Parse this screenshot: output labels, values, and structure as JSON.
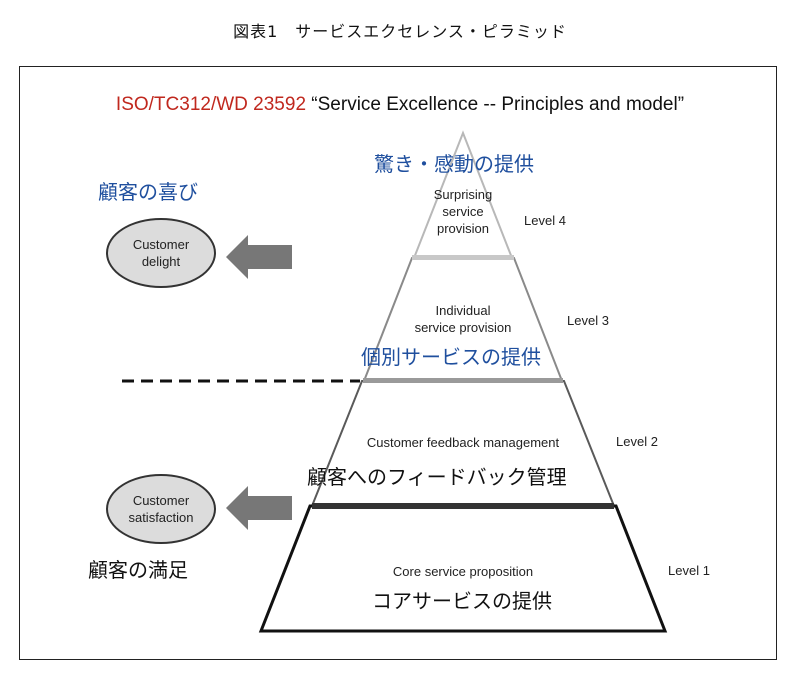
{
  "caption": "図表1　サービスエクセレンス・ピラミッド",
  "heading": {
    "code": "ISO/TC312/WD 23592",
    "title": " “Service Excellence -- Principles and model”"
  },
  "levels": [
    {
      "label_line1": "Surprising",
      "label_line2": "service",
      "label_line3": "provision",
      "level": "Level 4",
      "jp": "驚き・感動の提供"
    },
    {
      "label_line1": "Individual",
      "label_line2": "service provision",
      "level": "Level 3",
      "jp": "個別サービスの提供"
    },
    {
      "label": "Customer feedback management",
      "level": "Level 2",
      "jp": "顧客へのフィードバック管理"
    },
    {
      "label": "Core service proposition",
      "level": "Level 1",
      "jp": "コアサービスの提供"
    }
  ],
  "left": {
    "delight_jp": "顧客の喜び",
    "delight_line1": "Customer",
    "delight_line2": "delight",
    "satisfaction_jp": "顧客の満足",
    "satisfaction_line1": "Customer",
    "satisfaction_line2": "satisfaction"
  },
  "colors": {
    "heading_red": "#c0281e",
    "jp_blue": "#1f4f9e",
    "arrow_gray": "#777777",
    "ellipse_fill": "#dcdcdc"
  },
  "icons": {
    "arrow": "left-arrow-icon"
  }
}
